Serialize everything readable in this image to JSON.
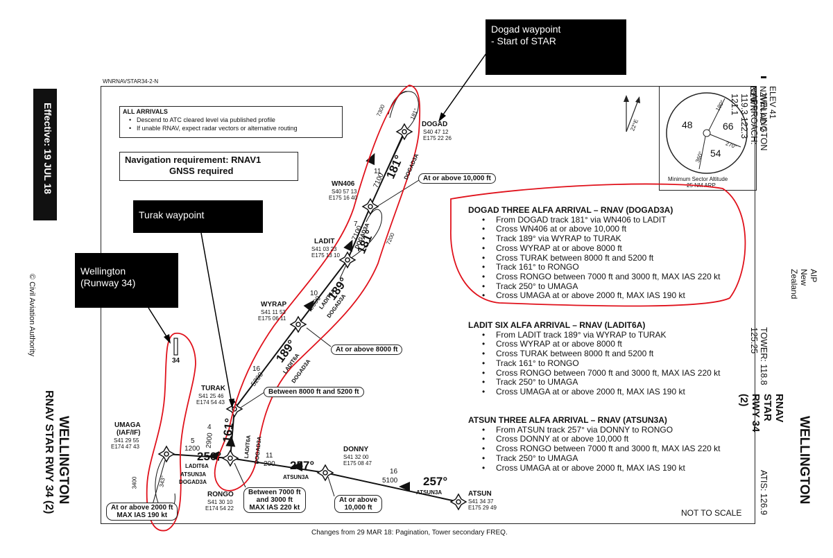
{
  "side_left": {
    "effective": "Effective: 19 JUL 18",
    "copyright": "© Civil Aviation Authority",
    "title": "WELLINGTON",
    "subtitle": "RNAV STAR RWY 34 (2)"
  },
  "side_right": {
    "doc_id": "NZWN AD 2 - 33.6",
    "elev": "ELEV 41",
    "icao": "NZWN",
    "freqs": "WELLINGTON APPROACH: 119.3  122.3  121.1",
    "tower": "TOWER: 118.8  125.25",
    "atis": "ATIS: 126.9",
    "aip": "AIP New Zealand",
    "title": "WELLINGTON",
    "subtitle": "RNAV STAR RWY 34 (2)"
  },
  "chart_ref": "WNRNAVSTAR34-2-N",
  "all_arrivals": {
    "heading": "ALL ARRIVALS",
    "items": [
      "Descend to ATC cleared level via published profile",
      "If unable RNAV, expect radar vectors or alternative routing"
    ]
  },
  "nav_req": {
    "line1": "Navigation requirement: RNAV1",
    "line2": "GNSS required"
  },
  "msa": {
    "caption1": "Minimum Sector Altitude",
    "caption2": "25 NM ARP",
    "s1": "48",
    "s2": "66",
    "s3": "54",
    "b1": "180°",
    "b2": "270°",
    "b3": "360°"
  },
  "north": "22°E",
  "procedures": [
    {
      "title": "DOGAD THREE ALFA ARRIVAL – RNAV (DOGAD3A)",
      "items": [
        "From DOGAD track 181° via WN406 to LADIT",
        "Cross WN406 at or above 10,000 ft",
        "Track 189° via WYRAP to TURAK",
        "Cross WYRAP at or above 8000 ft",
        "Cross TURAK between 8000 ft and 5200 ft",
        "Track 161° to RONGO",
        "Cross RONGO between 7000 ft and 3000 ft, MAX IAS 220 kt",
        "Track 250° to UMAGA",
        "Cross UMAGA at or above 2000 ft, MAX IAS 190 kt"
      ]
    },
    {
      "title": "LADIT SIX ALFA ARRIVAL – RNAV (LADIT6A)",
      "items": [
        "From LADIT track 189° via WYRAP to TURAK",
        "Cross WYRAP at or above 8000 ft",
        "Cross TURAK between 8000 ft and 5200 ft",
        "Track 161° to RONGO",
        "Cross RONGO between 7000 ft and 3000 ft, MAX IAS 220 kt",
        "Track 250° to UMAGA",
        "Cross UMAGA at or above 2000 ft, MAX IAS 190 kt"
      ]
    },
    {
      "title": "ATSUN THREE ALFA ARRIVAL – RNAV (ATSUN3A)",
      "items": [
        "From ATSUN track 257° via DONNY to RONGO",
        "Cross DONNY at or above 10,000 ft",
        "Cross RONGO between 7000 ft and 3000 ft, MAX IAS 220 kt",
        "Track 250° to UMAGA",
        "Cross UMAGA at or above 2000 ft, MAX IAS 190 kt"
      ]
    }
  ],
  "waypoints": {
    "dogad": {
      "name": "DOGAD",
      "lat": "S40 47 12",
      "lon": "E175 22 26"
    },
    "wn406": {
      "name": "WN406",
      "lat": "S40 57 13",
      "lon": "E175 16 40"
    },
    "ladit": {
      "name": "LADIT",
      "lat": "S41 03 23",
      "lon": "E175 13 10"
    },
    "wyrap": {
      "name": "WYRAP",
      "lat": "S41 11 53",
      "lon": "E175 06 11"
    },
    "turak": {
      "name": "TURAK",
      "lat": "S41 25 46",
      "lon": "E174 54 43"
    },
    "umaga": {
      "name": "UMAGA",
      "sub": "(IAF/IF)",
      "lat": "S41 29 55",
      "lon": "E174 47 43"
    },
    "rongo": {
      "name": "RONGO",
      "lat": "S41 30 10",
      "lon": "E174 54 22"
    },
    "donny": {
      "name": "DONNY",
      "lat": "S41 32 00",
      "lon": "E175 08 47"
    },
    "atsun": {
      "name": "ATSUN",
      "lat": "S41 34 37",
      "lon": "E175 29 49"
    }
  },
  "bubbles": {
    "wn406": "At or above 10,000 ft",
    "wyrap": "At or above 8000 ft",
    "turak": "Between 8000 ft and 5200 ft",
    "rongo1": "Between 7000 ft",
    "rongo2": "and 3000 ft",
    "rongo3": "MAX IAS 220 kt",
    "donny1": "At or above",
    "donny2": "10,000 ft",
    "umaga1": "At or above 2000 ft",
    "umaga2": "MAX IAS 190 kt"
  },
  "legs": {
    "t181": "181°",
    "t189": "189°",
    "t161": "161°",
    "t250": "250°",
    "t257a": "257°",
    "t257b": "257°",
    "d11": "11",
    "d7": "7",
    "d10": "10",
    "d16a": "16",
    "d4": "4",
    "d5": "5",
    "d11b": "11",
    "d16b": "16",
    "a7100a": "7100",
    "a7100b": "7100",
    "a5000": "5000",
    "a5200": "5200",
    "a2900": "2900",
    "a1200": "1200",
    "a200": "200",
    "a5100": "5100",
    "hold_dogad": "7300",
    "hold_ladit": "7200",
    "hold_umaga": "3400",
    "hold_umaga_crs": "343°",
    "hold_dogad_crs": "181°",
    "lbl_dogad": "DOGAD3A",
    "lbl_ladit6a": "LADIT6A",
    "lbl_atsun": "ATSUN3A"
  },
  "runway": "34",
  "not_to_scale": "NOT TO SCALE",
  "changes": "Changes from 29 MAR 18: Pagination, Tower secondary FREQ.",
  "callouts": {
    "dogad1": "Dogad waypoint",
    "dogad2": "- Start of STAR",
    "turak": "Turak waypoint",
    "wlg1": "Wellington",
    "wlg2": "(Runway 34)"
  }
}
